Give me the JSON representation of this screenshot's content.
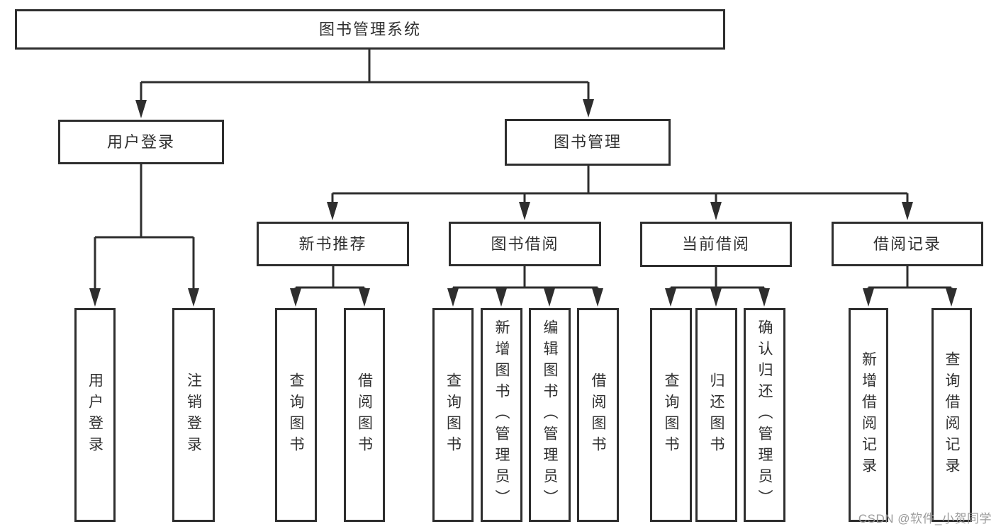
{
  "watermark": {
    "text": "CSDN @软件_小贺同学",
    "color": "#969696"
  },
  "colors": {
    "background": "#ffffff",
    "box_border": "#2e2e2e",
    "connector_line": "#2e2e2e",
    "text": "#2f2f2f"
  },
  "tree": {
    "root": {
      "label": "图书管理系统"
    },
    "branches": [
      {
        "label": "用户登录",
        "children": [
          {
            "label": "用户登录"
          },
          {
            "label": "注销登录"
          }
        ]
      },
      {
        "label": "图书管理",
        "children": [
          {
            "label": "新书推荐",
            "children": [
              {
                "label": "查询图书"
              },
              {
                "label": "借阅图书"
              }
            ]
          },
          {
            "label": "图书借阅",
            "children": [
              {
                "label": "查询图书"
              },
              {
                "label": "新增图书（管理员）"
              },
              {
                "label": "编辑图书（管理员）"
              },
              {
                "label": "借阅图书"
              }
            ]
          },
          {
            "label": "当前借阅",
            "children": [
              {
                "label": "查询图书"
              },
              {
                "label": "归还图书"
              },
              {
                "label": "确认归还（管理员）"
              }
            ]
          },
          {
            "label": "借阅记录",
            "children": [
              {
                "label": "新增借阅记录"
              },
              {
                "label": "查询借阅记录"
              }
            ]
          }
        ]
      }
    ]
  }
}
